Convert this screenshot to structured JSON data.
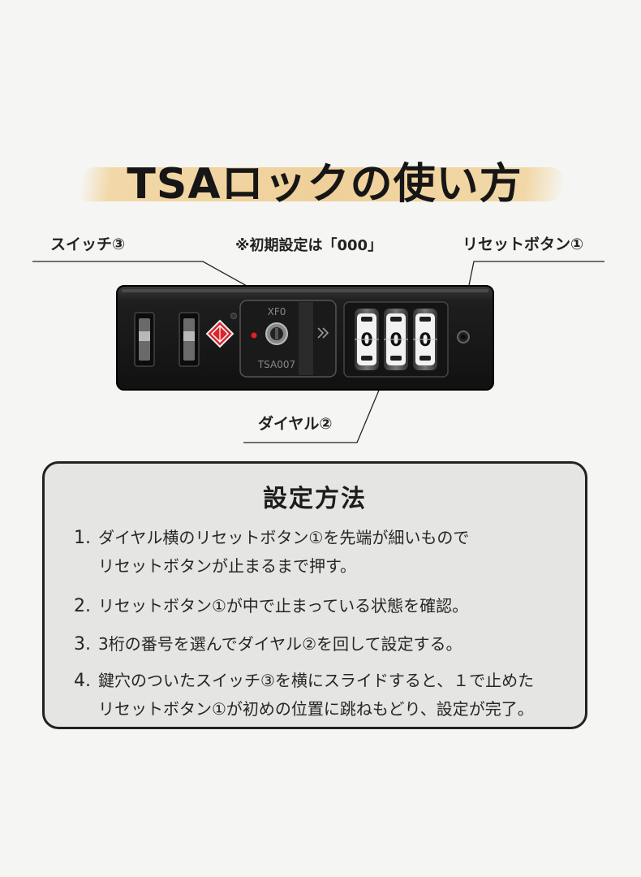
{
  "title": "TSAロックの使い方",
  "callouts": {
    "switch": "スイッチ③",
    "initial_setting": "※初期設定は「000」",
    "reset_button": "リセットボタン①",
    "dial": "ダイヤル②"
  },
  "lock": {
    "engraving_top": "XF0",
    "engraving_bottom": "TSA007",
    "dial_digits": [
      "0",
      "0",
      "0"
    ]
  },
  "setup": {
    "title": "設定方法",
    "steps": [
      {
        "number": "1.",
        "line1": "ダイヤル横のリセットボタン①を先端が細いもので",
        "line2": "リセットボタンが止まるまで押す。"
      },
      {
        "number": "2.",
        "line1": "リセットボタン①が中で止まっている状態を確認。"
      },
      {
        "number": "3.",
        "line1": "3桁の番号を選んでダイヤル②を回して設定する。"
      },
      {
        "number": "4.",
        "line1": "鍵穴のついたスイッチ③を横にスライドすると、１で止めた",
        "line2": "リセットボタン①が初めの位置に跳ねもどり、設定が完了。"
      }
    ]
  },
  "colors": {
    "accent_brush": "#efd09a",
    "tsa_logo": "#d9262c",
    "lock_body": "#1a1a1a"
  }
}
